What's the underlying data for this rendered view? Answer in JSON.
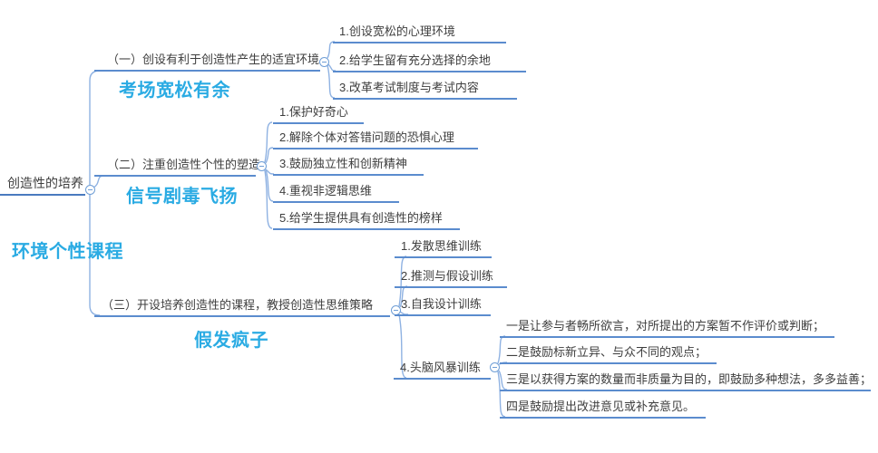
{
  "root": {
    "label": "创造性的培养",
    "tag": "环境个性课程"
  },
  "branches": [
    {
      "title": "（一）创设有利于创造性产生的适宜环境",
      "tag": "考场宽松有余",
      "children": [
        {
          "label": "1.创设宽松的心理环境"
        },
        {
          "label": "2.给学生留有充分选择的余地"
        },
        {
          "label": "3.改革考试制度与考试内容"
        }
      ]
    },
    {
      "title": "（二）注重创造性个性的塑造",
      "tag": "信号剧毒飞扬",
      "children": [
        {
          "label": "1.保护好奇心"
        },
        {
          "label": "2.解除个体对答错问题的恐惧心理"
        },
        {
          "label": "3.鼓励独立性和创新精神"
        },
        {
          "label": "4.重视非逻辑思维"
        },
        {
          "label": "5.给学生提供具有创造性的榜样"
        }
      ]
    },
    {
      "title": "（三）开设培养创造性的课程，教授创造性思维策略",
      "tag": "假发疯子",
      "children": [
        {
          "label": "1.发散思维训练"
        },
        {
          "label": "2.推测与假设训练"
        },
        {
          "label": "3.自我设计训练"
        },
        {
          "label": "4.头脑风暴训练",
          "children": [
            {
              "label": "一是让参与者畅所欲言，对所提出的方案暂不作评价或判断；"
            },
            {
              "label": "二是鼓励标新立异、与众不同的观点；"
            },
            {
              "label": "三是以获得方案的数量而非质量为目的，即鼓励多种想法，多多益善；"
            },
            {
              "label": "四是鼓励提出改进意见或补充意见。"
            }
          ]
        }
      ]
    }
  ],
  "colors": {
    "underline": "#5b8cce",
    "connector": "#8fb2e2",
    "tag_text": "#2aabe3",
    "node_text": "#3e3e3e"
  }
}
